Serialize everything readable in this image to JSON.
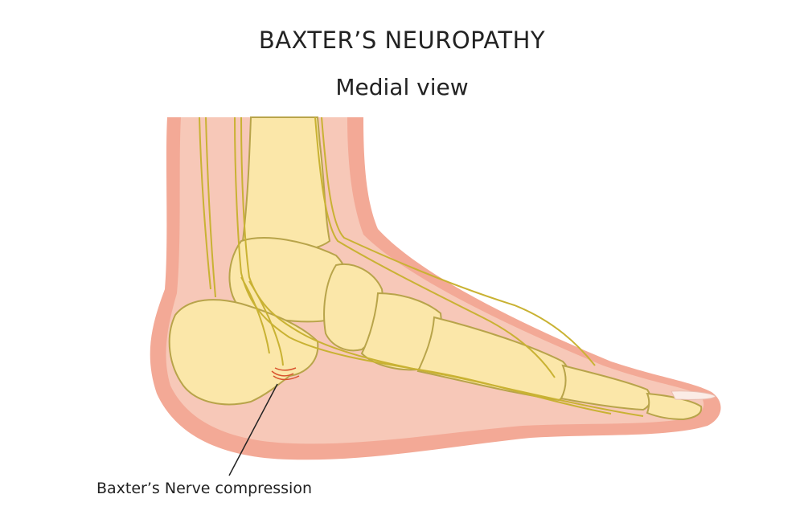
{
  "title": "BAXTER’S NEUROPATHY",
  "subtitle": "Medial view",
  "annotations": [
    {
      "text": "Baxter’s Nerve compression"
    }
  ],
  "colors": {
    "skin_outer": "#f3a996",
    "skin_inner": "#f7c8b8",
    "bone_fill": "#fbe7a9",
    "bone_outline": "#b8a44a",
    "nerve": "#c9b233",
    "compression": "#d9542f"
  }
}
